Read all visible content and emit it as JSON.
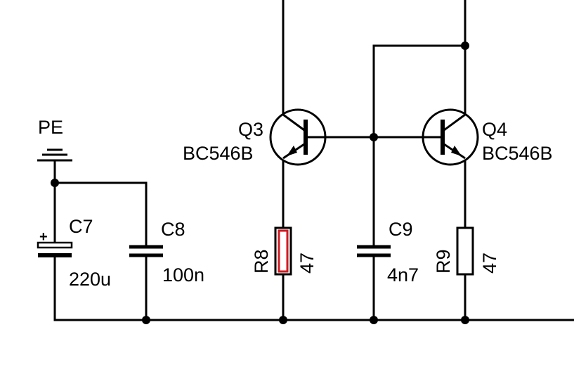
{
  "components": {
    "pe": {
      "label": "PE"
    },
    "c7": {
      "ref": "C7",
      "value": "220u",
      "polarity_mark": "+"
    },
    "c8": {
      "ref": "C8",
      "value": "100n"
    },
    "q3": {
      "ref": "Q3",
      "part": "BC546B"
    },
    "r8": {
      "ref": "R8",
      "value": "47",
      "highlight_color": "#d0191f"
    },
    "c9": {
      "ref": "C9",
      "value": "4n7"
    },
    "q4": {
      "ref": "Q4",
      "part": "BC546B"
    },
    "r9": {
      "ref": "R9",
      "value": "47"
    }
  }
}
